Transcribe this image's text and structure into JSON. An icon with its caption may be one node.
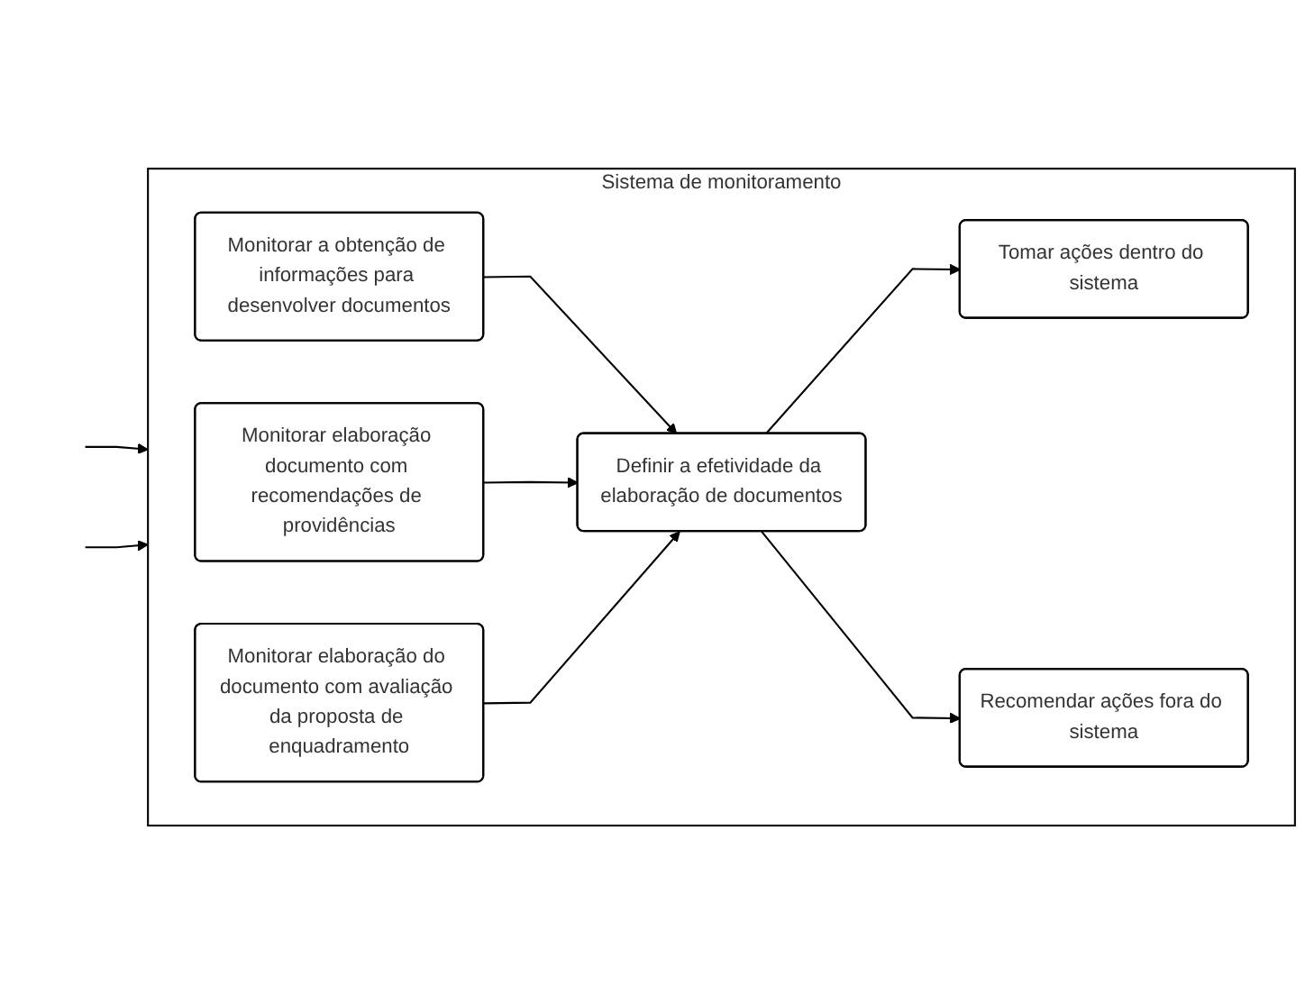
{
  "diagram": {
    "nodes": [
      {
        "text": [
          "Sistema de monitoramento"
        ]
      },
      {
        "text": [
          "Monitorar a obtenção de informações para desenvolver documentos"
        ],
        "in": 0
      },
      {
        "text": [
          "Tomar ações dentro do sistema"
        ],
        "in": 0
      },
      {
        "text": [
          "Monitorar elaboração documento com recomendações de providências"
        ],
        "in": 0
      },
      {
        "text": [
          "Definir a efetividade da elaboração de documentos"
        ],
        "in": 0
      },
      {
        "text": [
          "Monitorar elaboração do documento com avaliação da proposta de enquadramento"
        ],
        "in": 0
      },
      {
        "text": [
          "Recomendar ações fora do sistema"
        ],
        "in": 0
      }
    ],
    "edges": [
      {
        "from": null,
        "to": 0,
        "arrow": "to"
      },
      {
        "from": null,
        "to": 0,
        "arrow": "to"
      },
      {
        "from": 1,
        "to": 4,
        "arrow": "to"
      },
      {
        "from": 3,
        "to": 4,
        "arrow": "to"
      },
      {
        "from": 5,
        "to": 4,
        "arrow": "to"
      },
      {
        "from": 4,
        "to": 2,
        "arrow": "to"
      },
      {
        "from": 4,
        "to": 6,
        "arrow": "to"
      }
    ]
  }
}
